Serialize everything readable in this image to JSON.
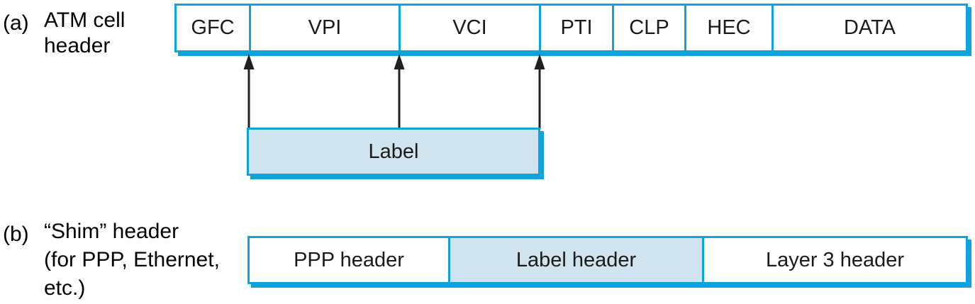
{
  "figure": {
    "panels": [
      {
        "tag": "(a)",
        "caption_lines": [
          "ATM cell",
          "header"
        ],
        "bar_name": "atm-cell-header-bar",
        "cells": [
          {
            "label": "GFC",
            "shaded": false
          },
          {
            "label": "VPI",
            "shaded": false
          },
          {
            "label": "VCI",
            "shaded": false
          },
          {
            "label": "PTI",
            "shaded": false
          },
          {
            "label": "CLP",
            "shaded": false
          },
          {
            "label": "HEC",
            "shaded": false
          },
          {
            "label": "DATA",
            "shaded": false
          }
        ]
      },
      {
        "tag": "(b)",
        "caption_lines": [
          "“Shim” header",
          "(for PPP, Ethernet,",
          "etc.)"
        ],
        "bar_name": "shim-header-bar",
        "cells": [
          {
            "label": "PPP header",
            "shaded": false
          },
          {
            "label": "Label header",
            "shaded": true
          },
          {
            "label": "Layer 3 header",
            "shaded": false
          }
        ]
      }
    ],
    "label_box": {
      "text": "Label"
    },
    "pointers": [
      {
        "name": "arrow-to-gfc-vpi-boundary"
      },
      {
        "name": "arrow-to-vpi-vci-boundary"
      },
      {
        "name": "arrow-to-vci-pti-boundary"
      }
    ],
    "colors": {
      "accent_blue": "#0fa2dc",
      "shade_fill": "#cfe4ee",
      "text": "#1a1a1a",
      "background": "#ffffff",
      "arrow": "#231f20"
    }
  }
}
